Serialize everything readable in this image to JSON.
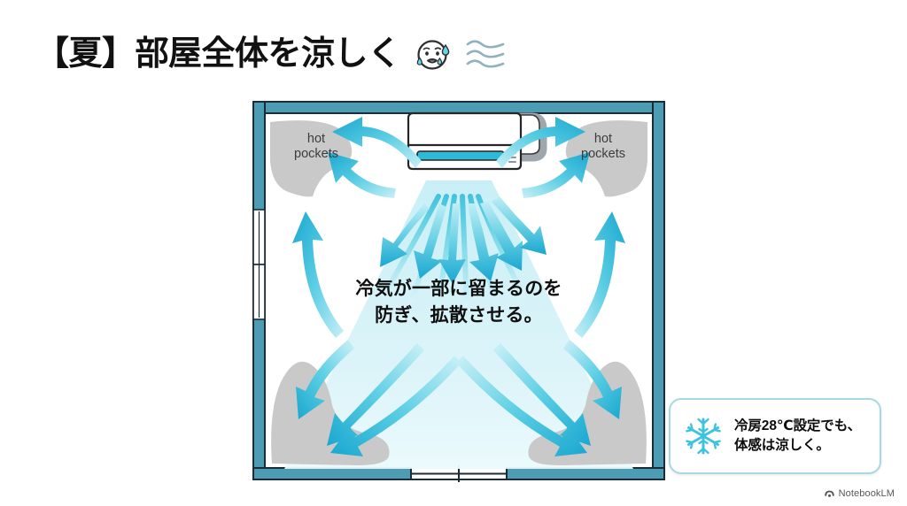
{
  "slide": {
    "title": "【夏】部屋全体を涼しく",
    "background_color": "#ffffff"
  },
  "title_icons": {
    "sweat_face": "sweating-anxious-face-emoji",
    "wind_waves": "wind-wave-lines-icon"
  },
  "diagram": {
    "name": "room-airflow-diagram",
    "wall_color": "#4c9cb4",
    "wall_outline_color": "#1b2b3a",
    "floor_color": "#ffffff",
    "airflow_color": "#29b6d8",
    "airflow_cone_color": "#d6f2f7",
    "hot_pocket_color": "#c9c9c9",
    "labels": {
      "hot_pocket_left": "hot\npockets",
      "hot_pocket_right": "hot\npockets"
    },
    "center_message": "冷気が一部に留まるのを\n防ぎ、拡散させる。",
    "air_conditioner": {
      "name": "wall-mounted-air-conditioner",
      "body_color": "#ffffff",
      "louver_color": "#2fb9d6",
      "pipe_color": "#b9bec4"
    },
    "window": {
      "name": "left-wall-window",
      "panes": 2
    },
    "door": {
      "name": "bottom-wall-door-opening"
    },
    "arrow_counts": {
      "fan_down": 6,
      "upper_corner": 4,
      "lower_corner": 6
    }
  },
  "callout": {
    "icon": "snowflake-icon",
    "icon_color": "#3ec3df",
    "border_color": "#a8d8e4",
    "text": "冷房28℃設定でも、\n体感は涼しく。"
  },
  "watermark": {
    "icon": "notebooklm-logo-icon",
    "label": "NotebookLM"
  }
}
